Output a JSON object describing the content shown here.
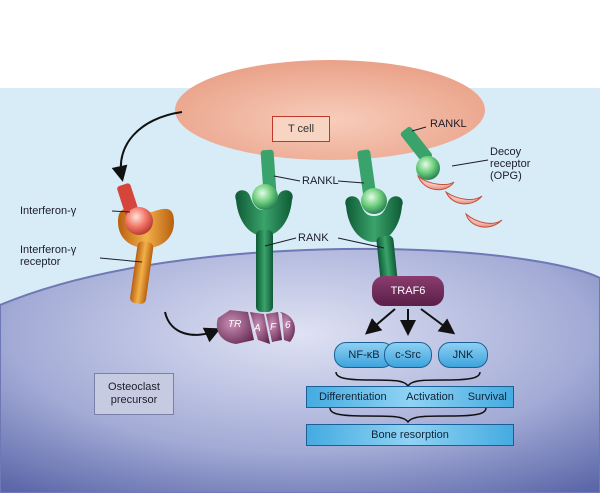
{
  "labels": {
    "t_cell": "T cell",
    "rankl_top": "RANKL",
    "rankl_mid": "RANKL",
    "decoy_receptor": "Decoy\nreceptor\n(OPG)",
    "interferon_gamma": "Interferon-γ",
    "interferon_gamma_receptor": "Interferon-γ\nreceptor",
    "rank": "RANK",
    "traf6": "TRAF6",
    "traf_fragments": [
      "TR",
      "A",
      "F",
      "6"
    ],
    "osteoclast_precursor": "Osteoclast\nprecursor"
  },
  "signals": [
    "NF-κB",
    "c-Src",
    "JNK"
  ],
  "outcomes": [
    "Differentiation",
    "Activation",
    "Survival"
  ],
  "final_outcome": "Bone resorption",
  "colors": {
    "background_top": "#d8ecf8",
    "cell_membrane": "#9aa3cf",
    "t_cell": "#f2b9a3",
    "rank": "#1f7a4c",
    "rankl": "#6fcf7e",
    "opg": "#f2b8a8",
    "traf": "#7a2f62",
    "pathway": "#3ea3dc",
    "ifn_receptor": "#e08a24",
    "ifn": "#d6453c"
  }
}
